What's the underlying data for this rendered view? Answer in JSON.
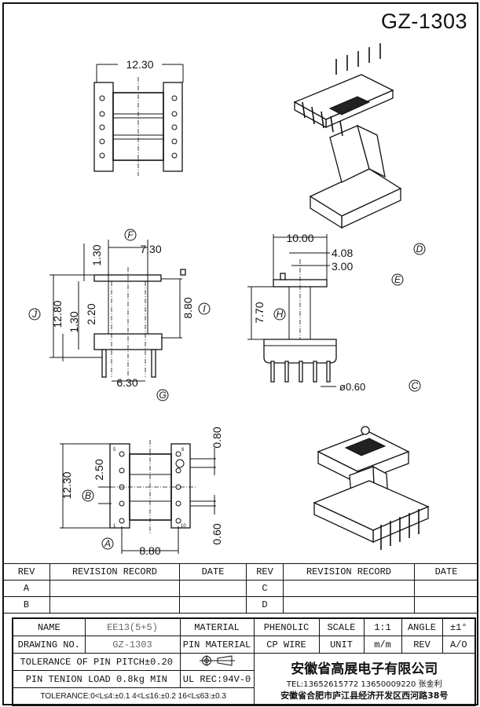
{
  "title": "GZ-1303",
  "dimensions": {
    "top_width": "12.30",
    "side_flange_width": "7.30",
    "side_core_width": "6.30",
    "side_height": "12.80",
    "side_top_flange": "1.30",
    "side_gap": "2.20",
    "side_pin_offset": "1.30",
    "side_inner_height": "8.80",
    "front_width": "10.00",
    "front_slot": "4.08",
    "front_core": "3.00",
    "front_height": "7.70",
    "pin_diameter": "ø0.60",
    "bottom_height": "12.30",
    "bottom_pitch": "2.50",
    "bottom_row_spacing": "8.80",
    "bottom_pin_top": "0.80",
    "bottom_pin_bottom": "0.60"
  },
  "callouts": {
    "A": "A",
    "B": "B",
    "C": "C",
    "D": "D",
    "E": "E",
    "F": "F",
    "G": "G",
    "H": "H",
    "I": "I",
    "J": "J"
  },
  "pin_numbers": {
    "p5": "5",
    "p6": "6",
    "p1": "1",
    "p10": "10"
  },
  "revision_table": {
    "headers": [
      "REV",
      "REVISION RECORD",
      "DATE",
      "REV",
      "REVISION RECORD",
      "DATE"
    ],
    "rows": [
      [
        "A",
        "",
        "",
        "C",
        "",
        ""
      ],
      [
        "B",
        "",
        "",
        "D",
        "",
        ""
      ]
    ]
  },
  "info": {
    "name_label": "NAME",
    "name_value": "EE13(5+5)",
    "material_label": "MATERIAL",
    "material_value": "PHENOLIC",
    "scale_label": "SCALE",
    "scale_value": "1:1",
    "angle_label": "ANGLE",
    "angle_value": "±1°",
    "drawing_no_label": "DRAWING NO.",
    "drawing_no_value": "GZ-1303",
    "pin_material_label": "PIN MATERIAL",
    "pin_material_value": "CP WIRE",
    "unit_label": "UNIT",
    "unit_value": "m/m",
    "rev_label": "REV",
    "rev_value": "A/O",
    "pin_pitch_tolerance": "TOLERANCE OF PIN PITCH±0.20",
    "pin_load": "PIN TENION LOAD 0.8kg MIN",
    "ul_rec": "UL REC:94V-0",
    "tolerance": "TOLERANCE:0<L≤4:±0.1  4<L≤16:±0.2  16<L≤63:±0.3",
    "company": "安徽省高展电子有限公司",
    "tel": "TEL:13652615772  13650009220  张金利",
    "address": "安徽省合肥市庐江县经济开发区西河路38号"
  }
}
